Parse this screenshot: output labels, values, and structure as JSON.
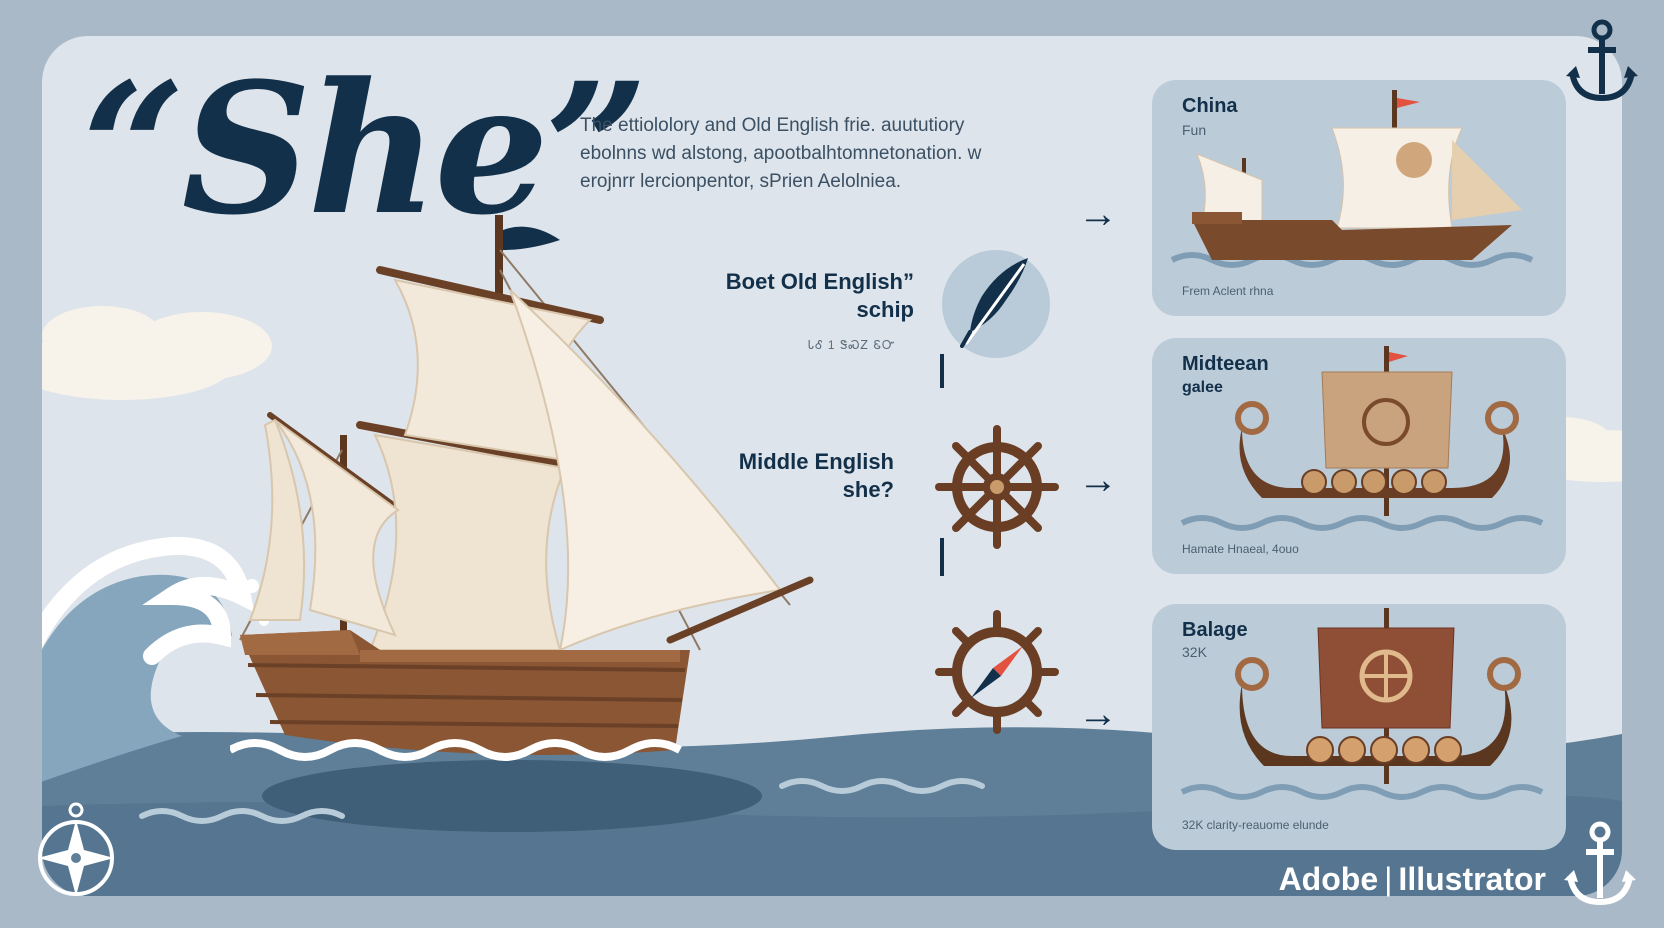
{
  "title": "“She”",
  "intro": {
    "lines": [
      "The ettiololory and Old English frie. auututiory",
      "ebolnns wd alstong, apootbalhtomnetonation. w",
      "erojnrr lercionpentor, sPrien Aelolniea."
    ]
  },
  "timeline": [
    {
      "label_lines": [
        "Boet Old English”",
        "schip"
      ],
      "note": "ᏓᎴ 1 ᏕᏍᏃ ᏋᏅ",
      "icon": "quill-icon"
    },
    {
      "label_lines": [
        "Middle English",
        "she?"
      ],
      "icon": "ship-wheel-icon"
    },
    {
      "icon": "compass-wheel-icon"
    }
  ],
  "cards": [
    {
      "title_lines": [
        "China"
      ],
      "subtitle": "Fun",
      "caption": "Frem Aclent rhna",
      "ship": "junk"
    },
    {
      "title_lines": [
        "Midteean",
        "galee"
      ],
      "subtitle": "",
      "caption": "Hamate Hnaeal, 4ouo",
      "ship": "galley"
    },
    {
      "title_lines": [
        "Balage"
      ],
      "subtitle": "32K",
      "caption": "32K clarity-reauome elunde",
      "ship": "longship"
    }
  ],
  "brand": {
    "left": "Adobe",
    "separator": "|",
    "right": "Illustrator"
  },
  "colors": {
    "navy": "#13304a",
    "sky": "#dde4eb",
    "sea": "#5e7f97",
    "wood": "#8a5634",
    "sail": "#f3e9da",
    "accent_red": "#e2523f"
  }
}
